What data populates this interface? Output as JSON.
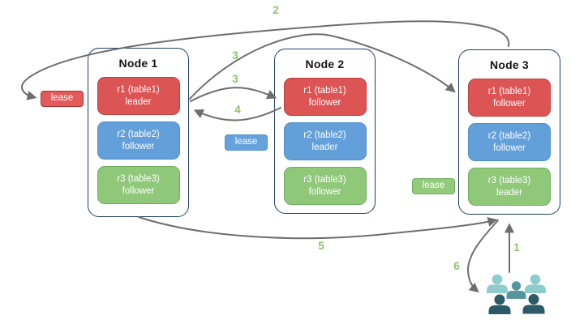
{
  "nodes": [
    {
      "title": "Node 1",
      "replicas": [
        {
          "name": "r1 (table1)",
          "role": "leader",
          "color": "#dc5454"
        },
        {
          "name": "r2 (table2)",
          "role": "follower",
          "color": "#63a0da"
        },
        {
          "name": "r3 (table3)",
          "role": "follower",
          "color": "#90c87a"
        }
      ]
    },
    {
      "title": "Node 2",
      "replicas": [
        {
          "name": "r1 (table1)",
          "role": "follower",
          "color": "#dc5454"
        },
        {
          "name": "r2 (table2)",
          "role": "leader",
          "color": "#63a0da"
        },
        {
          "name": "r3 (table3)",
          "role": "follower",
          "color": "#90c87a"
        }
      ]
    },
    {
      "title": "Node 3",
      "replicas": [
        {
          "name": "r1 (table1)",
          "role": "follower",
          "color": "#dc5454"
        },
        {
          "name": "r2 (table2)",
          "role": "follower",
          "color": "#63a0da"
        },
        {
          "name": "r3 (table3)",
          "role": "leader",
          "color": "#90c87a"
        }
      ]
    }
  ],
  "leases": [
    {
      "label": "lease",
      "color": "#e15b5b"
    },
    {
      "label": "lease",
      "color": "#66a3dc"
    },
    {
      "label": "lease",
      "color": "#93cb7c"
    }
  ],
  "steps": {
    "s1": "1",
    "s2": "2",
    "s3a": "3",
    "s3b": "3",
    "s4": "4",
    "s5": "5",
    "s6": "6"
  },
  "icons": {
    "user_group": "user-group-icon"
  },
  "colors": {
    "arrow": "#6e6e6e",
    "step_label": "#8cc46d",
    "node_border": "#21406b",
    "red_fill": "#dc5454",
    "blue_fill": "#63a0da",
    "green_fill": "#90c87a",
    "users_light": "#8ecccd",
    "users_mid": "#55969e",
    "users_dark": "#2d5a67"
  }
}
